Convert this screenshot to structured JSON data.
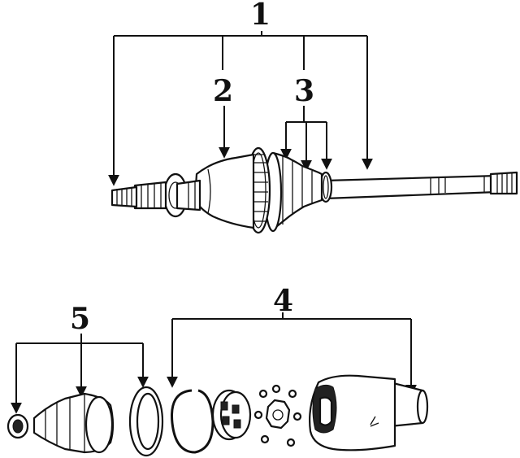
{
  "callouts": {
    "c1": "1",
    "c2": "2",
    "c3": "3",
    "c4": "4",
    "c5": "5"
  },
  "colors": {
    "ink": "#111111",
    "paper": "#ffffff"
  }
}
